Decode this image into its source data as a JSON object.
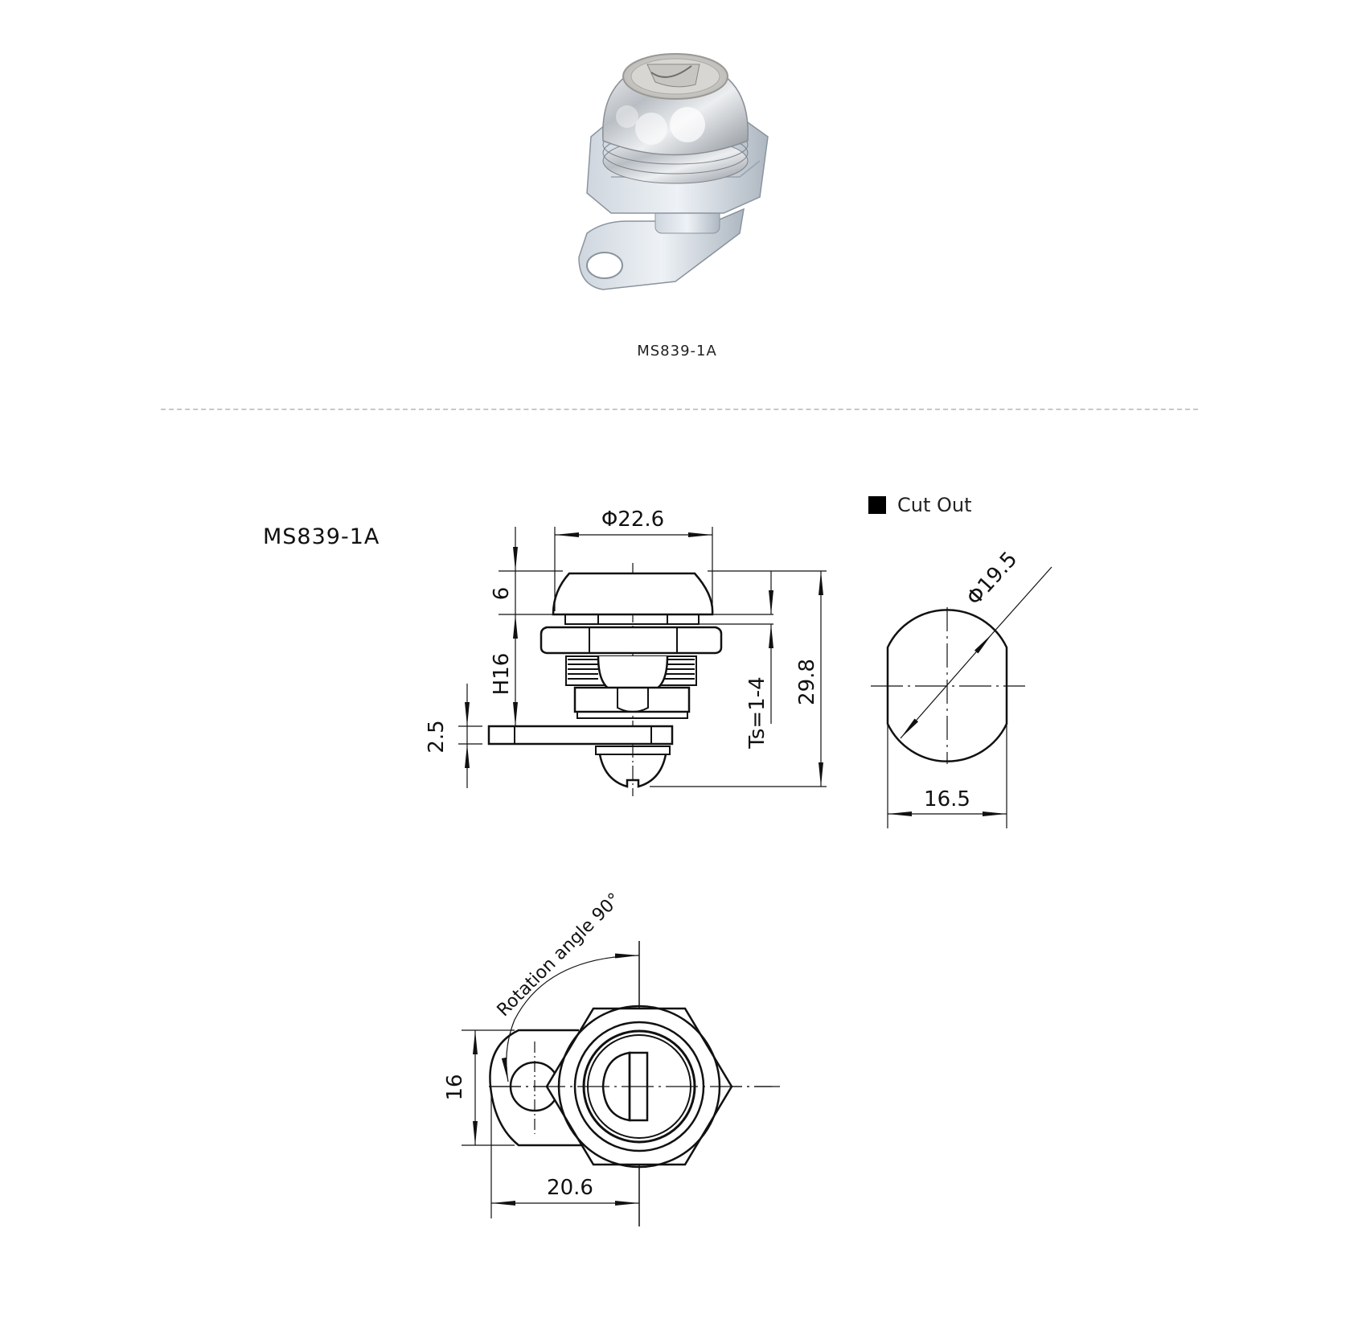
{
  "product": {
    "name": "MS839-1A",
    "caption": "MS839-1A",
    "image_description": "chrome cam lock with hex nut and cam plate"
  },
  "drawing": {
    "model_label": "MS839-1A",
    "legend": {
      "icon": "black-square-icon",
      "label": "Cut Out"
    },
    "side_view": {
      "diameter_head": "Φ22.6",
      "head_height": "6",
      "body_height": "H16",
      "cam_thickness": "2.5",
      "panel_thickness": "Ts=1-4",
      "total_height": "29.8"
    },
    "cutout_view": {
      "diameter": "Φ19.5",
      "flat_width": "16.5"
    },
    "front_view": {
      "rotation_label": "Rotation angle 90°",
      "cam_width": "16",
      "cam_length": "20.6"
    }
  },
  "colors": {
    "line": "#111111",
    "divider": "#c8c8c8",
    "background": "#ffffff"
  }
}
